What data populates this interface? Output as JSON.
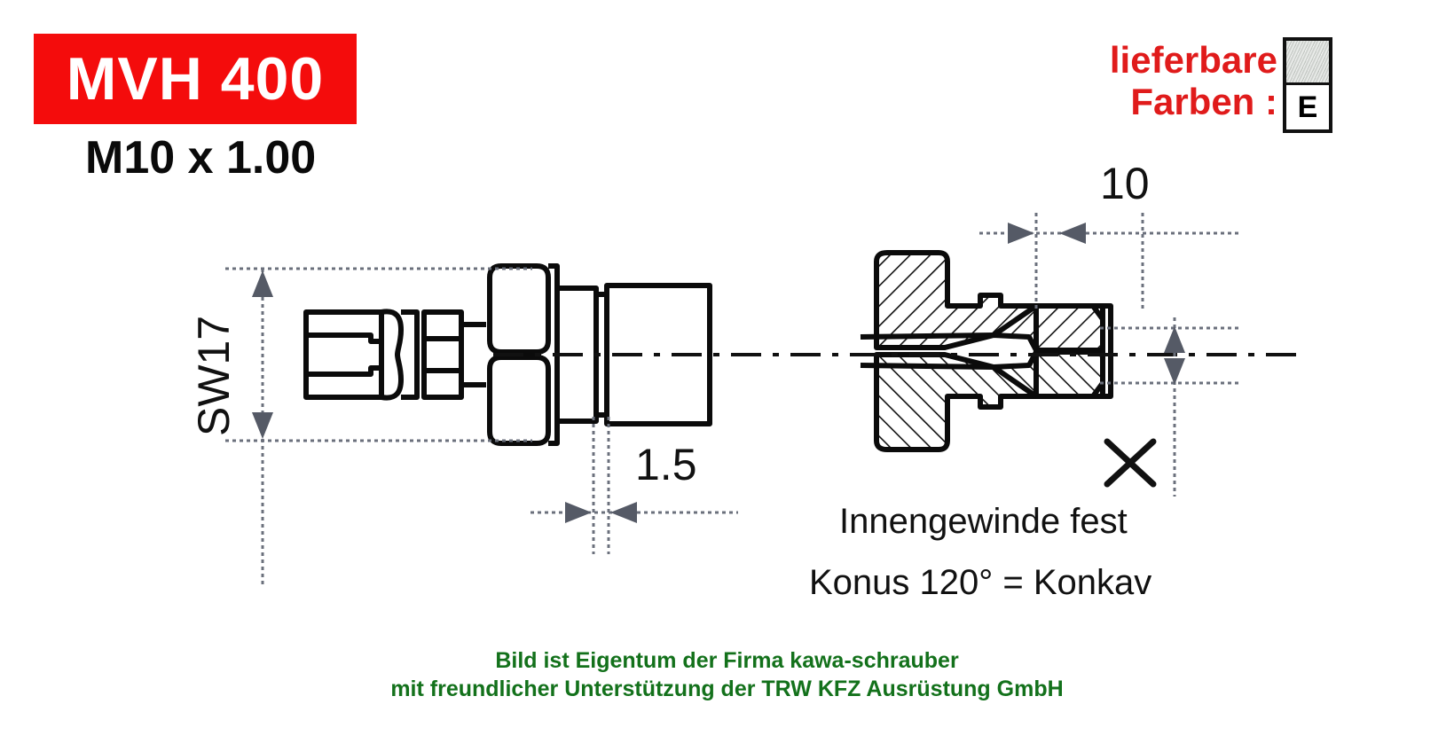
{
  "title_block": {
    "product_code": "MVH 400",
    "thread_spec": "M10 x 1.00",
    "badge_color": "#f40c0c",
    "badge_text_color": "#ffffff"
  },
  "colors_legend": {
    "line1": "lieferbare",
    "line2": "Farben :",
    "text_color": "#e01b1b",
    "swatch": {
      "finish_name": "chrome-metallic",
      "code": "E"
    }
  },
  "drawing": {
    "dimensions": {
      "width_across_flats": "SW17",
      "groove_width": "1.5",
      "thread_length": "10"
    },
    "notes": {
      "thread_note": "Innengewinde fest",
      "cone_note": "Konus 120° = Konkav"
    },
    "marks": {
      "cross_mark": "×"
    }
  },
  "footer": {
    "line1": "Bild ist Eigentum der Firma kawa-schrauber",
    "line2": "mit freundlicher Unterstützung der TRW KFZ Ausrüstung GmbH",
    "text_color": "#13711b"
  }
}
